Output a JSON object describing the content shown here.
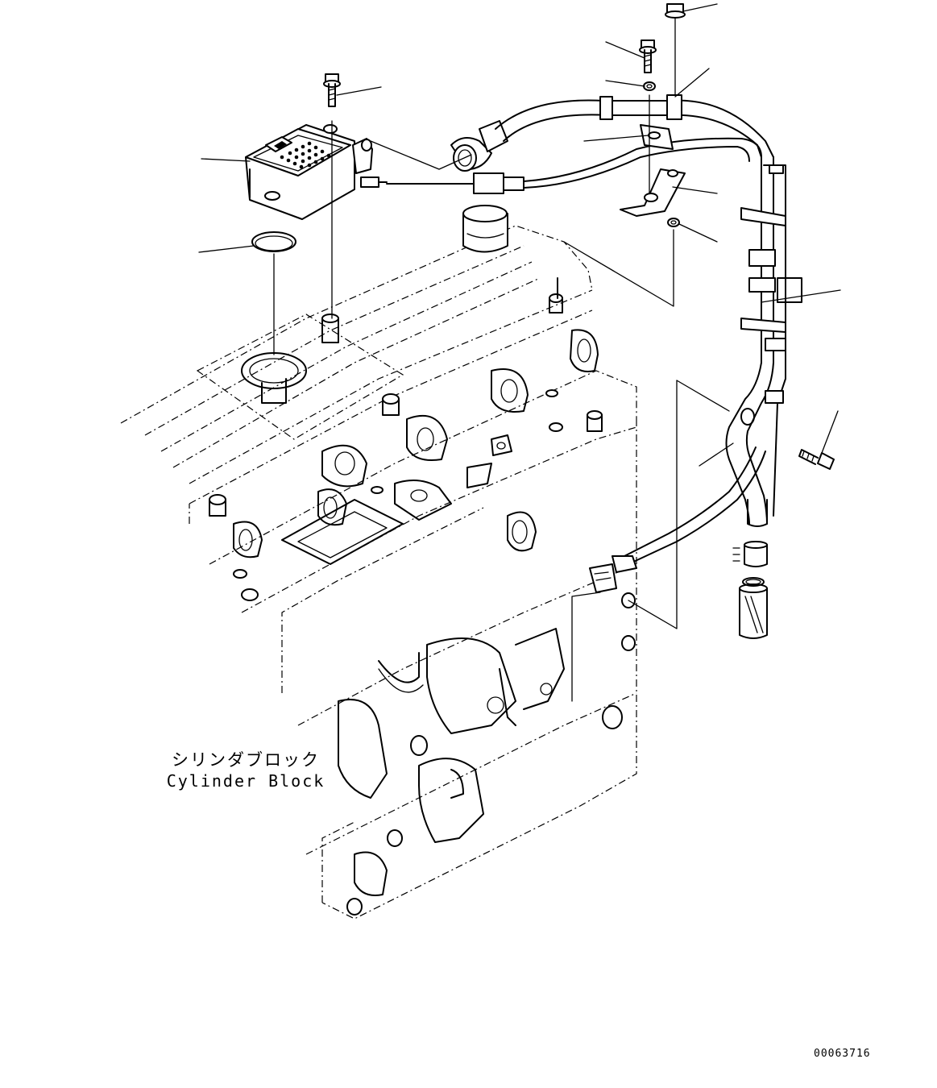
{
  "diagram": {
    "label_japanese": "シリンダブロック",
    "label_english": "Cylinder Block",
    "drawing_number": "00063716"
  }
}
